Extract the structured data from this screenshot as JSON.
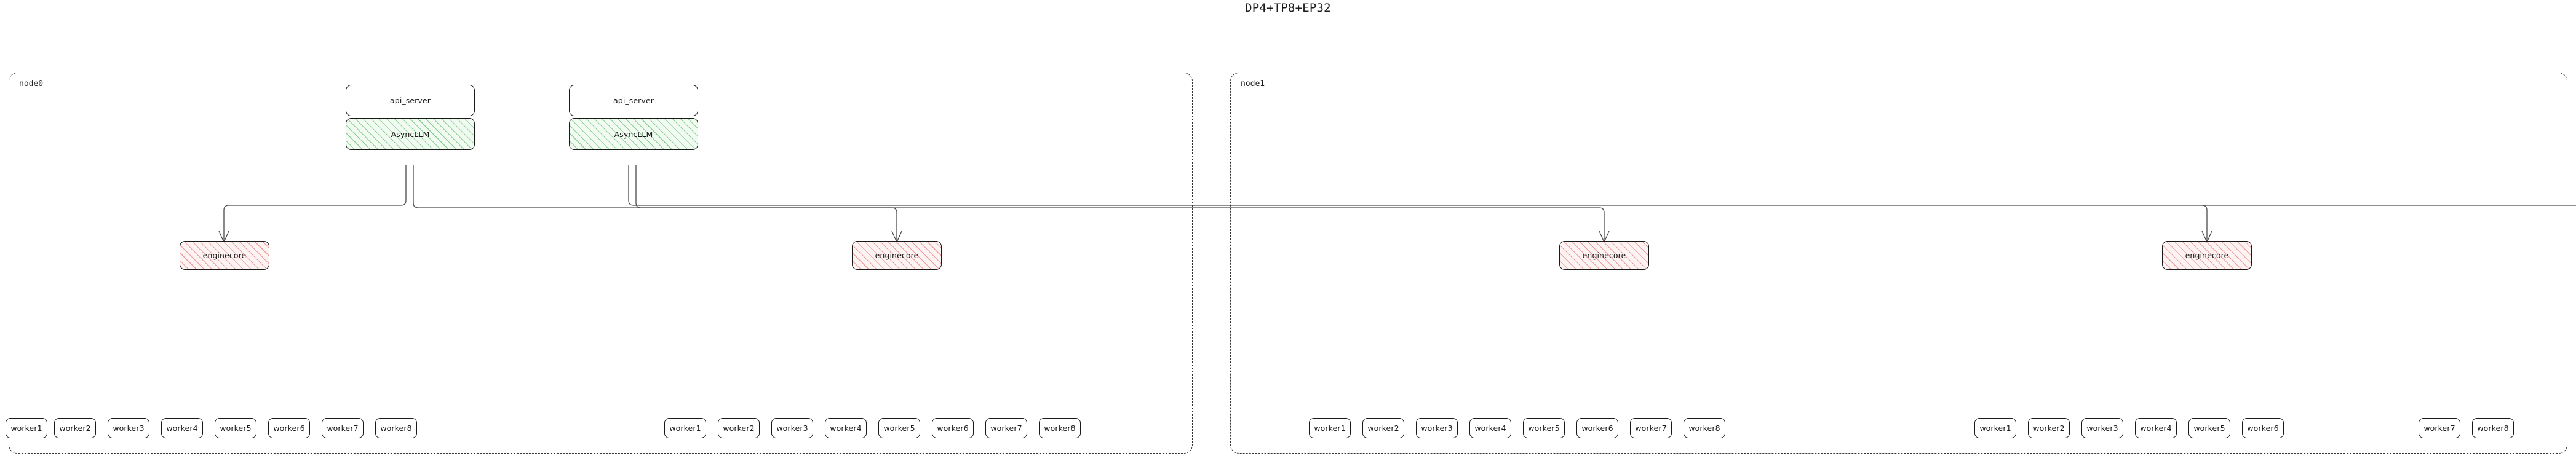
{
  "title": "DP4+TP8+EP32",
  "nodes": [
    {
      "label": "node0",
      "api_servers": [
        {
          "label": "api_server",
          "engine_label": "AsyncLLM"
        },
        {
          "label": "api_server",
          "engine_label": "AsyncLLM"
        }
      ],
      "enginecores": [
        {
          "label": "enginecore"
        },
        {
          "label": "enginecore"
        }
      ],
      "worker_groups": [
        {
          "workers": [
            "worker1",
            "worker2",
            "worker3",
            "worker4",
            "worker5",
            "worker6",
            "worker7",
            "worker8"
          ]
        },
        {
          "workers": [
            "worker1",
            "worker2",
            "worker3",
            "worker4",
            "worker5",
            "worker6",
            "worker7",
            "worker8"
          ]
        }
      ]
    },
    {
      "label": "node1",
      "api_servers": [],
      "enginecores": [
        {
          "label": "enginecore"
        },
        {
          "label": "enginecore"
        }
      ],
      "worker_groups": [
        {
          "workers": [
            "worker1",
            "worker2",
            "worker3",
            "worker4",
            "worker5",
            "worker6",
            "worker7",
            "worker8"
          ]
        },
        {
          "workers": [
            "worker1",
            "worker2",
            "worker3",
            "worker4",
            "worker5",
            "worker6",
            "worker7",
            "worker8"
          ]
        }
      ]
    }
  ],
  "colors": {
    "asyncllm_hatch": "#78c882",
    "asyncllm_fill": "#f1fbf2",
    "enginecore_hatch": "#e88c8c",
    "enginecore_fill": "#fdf3f3",
    "box_stroke": "#1a1a1a",
    "edge_stroke": "#4a4a4a",
    "cluster_stroke": "#333333"
  }
}
